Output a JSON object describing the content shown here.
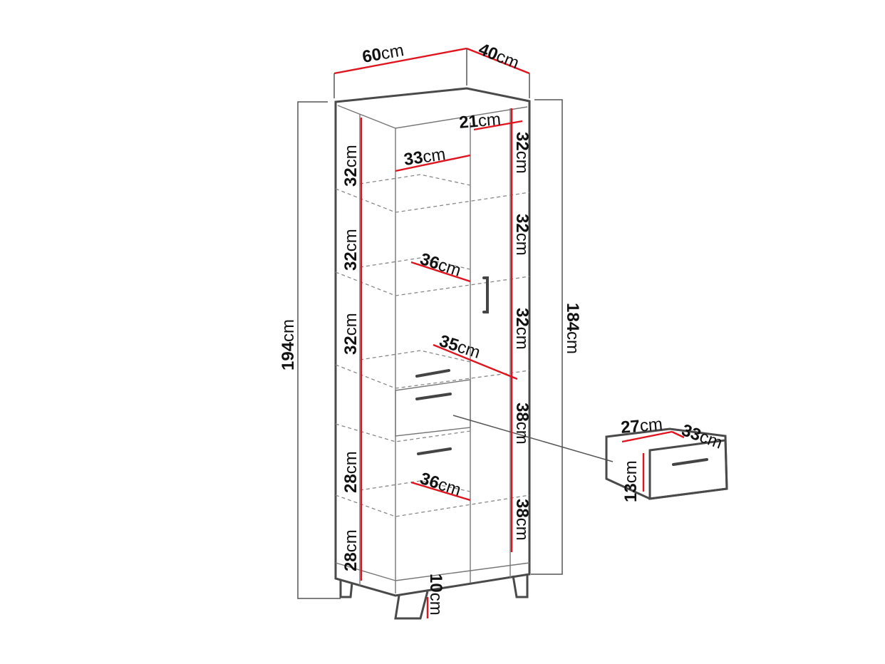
{
  "diagram": {
    "unit": "cm",
    "colors": {
      "dimension_line": "#e0141e",
      "outline": "#4a4a4a",
      "text": "#111111"
    },
    "overall": {
      "width": {
        "value": "60",
        "unit": "cm"
      },
      "depth": {
        "value": "40",
        "unit": "cm"
      },
      "height_total": {
        "value": "194",
        "unit": "cm"
      },
      "height_body": {
        "value": "184",
        "unit": "cm"
      },
      "leg_height": {
        "value": "10",
        "unit": "cm"
      }
    },
    "left_compartments": [
      {
        "value": "32",
        "unit": "cm"
      },
      {
        "value": "32",
        "unit": "cm"
      },
      {
        "value": "32",
        "unit": "cm"
      },
      {
        "value": "28",
        "unit": "cm"
      },
      {
        "value": "28",
        "unit": "cm"
      }
    ],
    "right_compartments": [
      {
        "value": "32",
        "unit": "cm"
      },
      {
        "value": "32",
        "unit": "cm"
      },
      {
        "value": "32",
        "unit": "cm"
      },
      {
        "value": "38",
        "unit": "cm"
      },
      {
        "value": "38",
        "unit": "cm"
      }
    ],
    "depths": {
      "top_right": {
        "value": "21",
        "unit": "cm"
      },
      "shelf_1": {
        "value": "33",
        "unit": "cm"
      },
      "shelf_2": {
        "value": "36",
        "unit": "cm"
      },
      "shelf_3": {
        "value": "35",
        "unit": "cm"
      },
      "shelf_4": {
        "value": "36",
        "unit": "cm"
      }
    },
    "drawer": {
      "width": {
        "value": "27",
        "unit": "cm"
      },
      "depth": {
        "value": "33",
        "unit": "cm"
      },
      "height": {
        "value": "13",
        "unit": "cm"
      }
    }
  }
}
